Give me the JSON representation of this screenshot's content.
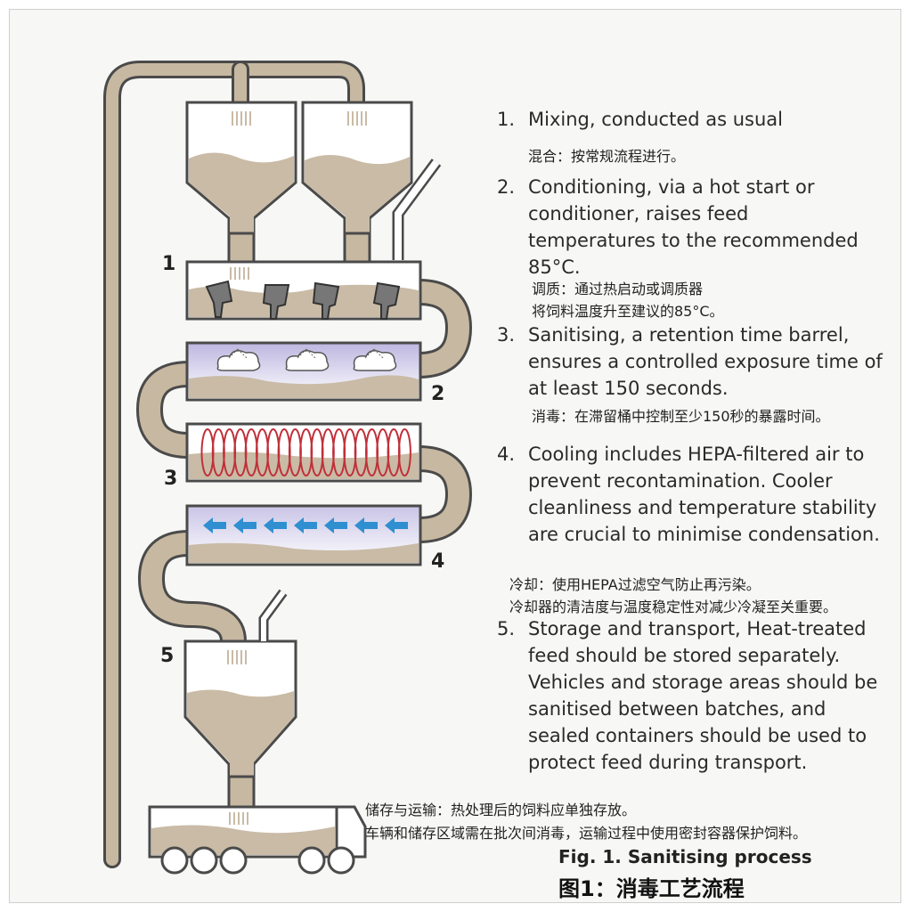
{
  "steps": [
    {
      "num": "1.",
      "en": "Mixing, conducted as usual",
      "zh": [
        "混合：按常规流程进行。"
      ]
    },
    {
      "num": "2.",
      "en": "Conditioning, via a hot start or conditioner, raises feed temperatures to the recommended 85°C.",
      "zh": [
        "调质：通过热启动或调质器",
        "将饲料温度升至建议的85°C。"
      ]
    },
    {
      "num": "3.",
      "en": "Sanitising, a retention time barrel, ensures a controlled exposure time of at least 150 seconds.",
      "zh": [
        "消毒：在滞留桶中控制至少150秒的暴露时间。"
      ]
    },
    {
      "num": "4.",
      "en": "Cooling includes HEPA-filtered air to prevent recontamination. Cooler cleanliness and temperature stability are crucial to minimise condensation.",
      "zh": [
        "冷却：使用HEPA过滤空气防止再污染。",
        "冷却器的清洁度与温度稳定性对减少冷凝至关重要。"
      ]
    },
    {
      "num": "5.",
      "en": "Storage and transport, Heat-treated feed should be stored separately. Vehicles and storage areas should be sanitised between batches, and sealed containers should be used to protect feed during transport.",
      "zh": [
        "储存与运输：热处理后的饲料应单独存放。",
        "车辆和储存区域需在批次间消毒，运输过程中使用密封容器保护饲料。"
      ]
    }
  ],
  "diagram_labels": [
    "1",
    "2",
    "3",
    "4",
    "5"
  ],
  "caption": {
    "en": "Fig. 1. Sanitising process",
    "zh": "图1：消毒工艺流程"
  },
  "colors": {
    "pipe": "#c7b8a1",
    "outline": "#4a4a4a",
    "feed": "#c9bba6",
    "heat_coil": "#c0303a",
    "cool_arrow": "#2f8fd1",
    "cool_tint": "#c9c4e6"
  }
}
